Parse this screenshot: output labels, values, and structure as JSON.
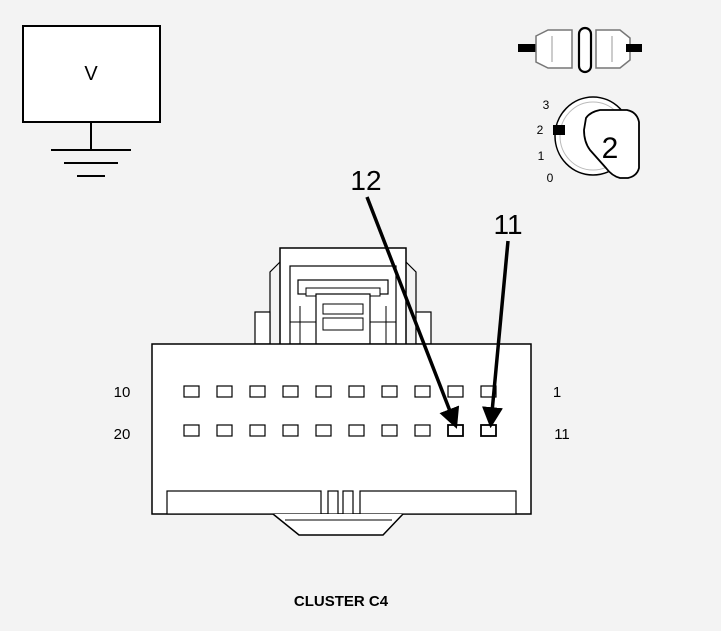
{
  "voltmeter": {
    "symbol": "V"
  },
  "key_switch": {
    "positions": [
      "3",
      "2",
      "1",
      "0"
    ],
    "selected": "2"
  },
  "connector": {
    "row1_left_label": "10",
    "row1_right_label": "1",
    "row2_left_label": "20",
    "row2_right_label": "11",
    "pins_per_row": 10,
    "highlighted_pins": [
      "12",
      "11"
    ],
    "callouts": {
      "pin12": "12",
      "pin11": "11"
    },
    "caption": "CLUSTER C4"
  },
  "colors": {
    "background": "#f3f3f3",
    "line": "#000000",
    "fill": "#ffffff"
  }
}
